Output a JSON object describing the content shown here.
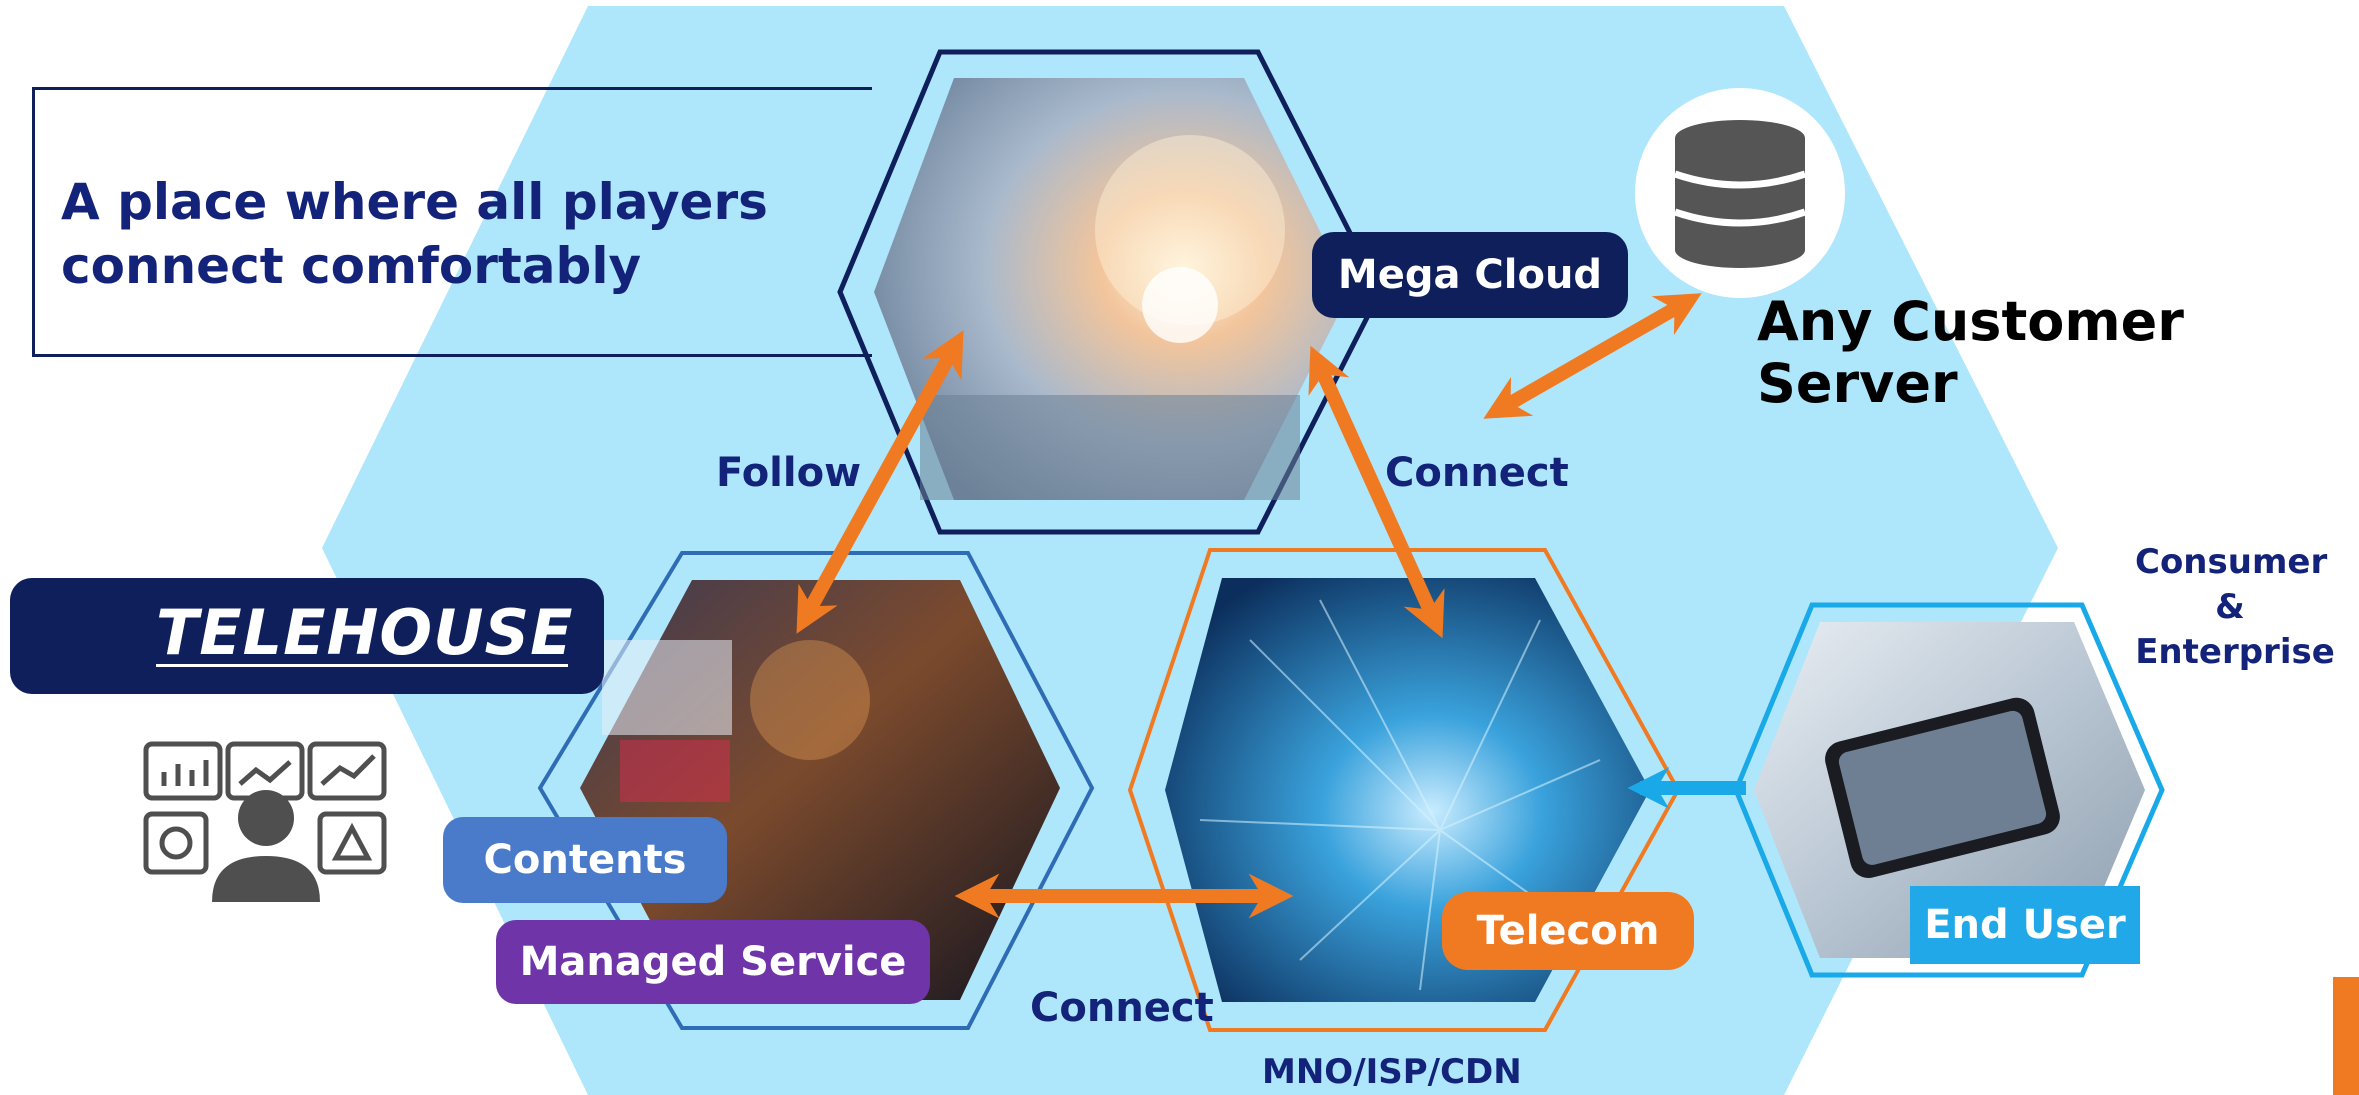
{
  "headline": "A place where all players connect comfortably",
  "logo": {
    "wordmark": "TELEHOUSE"
  },
  "nodes": {
    "cloud_label": "Mega Cloud",
    "contents_label": "Contents",
    "managed_label": "Managed Service",
    "telecom_label": "Telecom",
    "telecom_caption": "MNO/ISP/CDN",
    "end_user_label": "End User"
  },
  "external": {
    "server_label_line1": "Any Customer",
    "server_label_line2": "Server",
    "consumer_line1": "Consumer",
    "consumer_line2": "&",
    "consumer_line3": "Enterprise"
  },
  "relations": {
    "follow": "Follow",
    "connect_right": "Connect",
    "connect_bottom": "Connect"
  },
  "icons": {
    "logo_mark": "telehouse-logo-icon",
    "monitoring": "monitoring-dashboard-icon",
    "database": "database-icon"
  },
  "colors": {
    "background_hex": "#aee6fb",
    "navy": "#0e1f5b",
    "label_navy": "#14237a",
    "orange": "#f07a22",
    "blue_frame": "#2e6db5",
    "cyan": "#1aa9e8",
    "contents_pill": "#4a7bcb",
    "managed_pill": "#6e34a8",
    "end_user_pill": "#20a8e8"
  }
}
